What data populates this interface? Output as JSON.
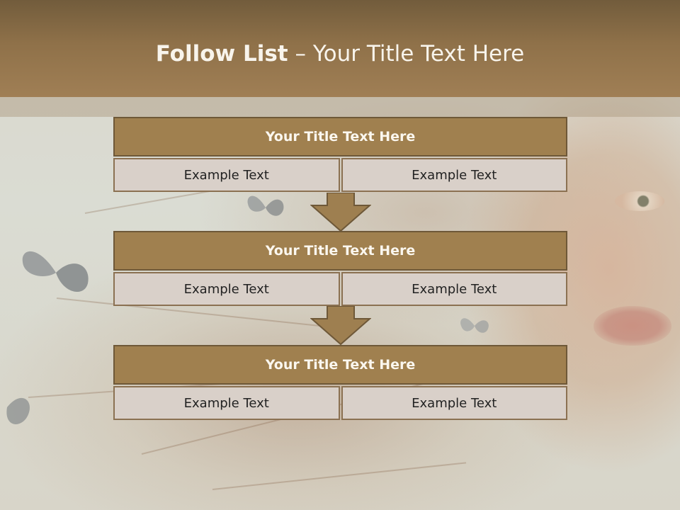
{
  "header": {
    "title_bold": "Follow List",
    "title_rest": " – Your Title Text Here"
  },
  "blocks": [
    {
      "title": "Your Title Text Here",
      "cells": [
        "Example Text",
        "Example Text"
      ]
    },
    {
      "title": "Your Title Text Here",
      "cells": [
        "Example Text",
        "Example Text"
      ]
    },
    {
      "title": "Your Title Text Here",
      "cells": [
        "Example Text",
        "Example Text"
      ]
    }
  ],
  "colors": {
    "header_brown": "#8f7149",
    "title_fill": "#a0804f",
    "cell_fill": "#d9d0c9",
    "border": "#6e5838"
  }
}
